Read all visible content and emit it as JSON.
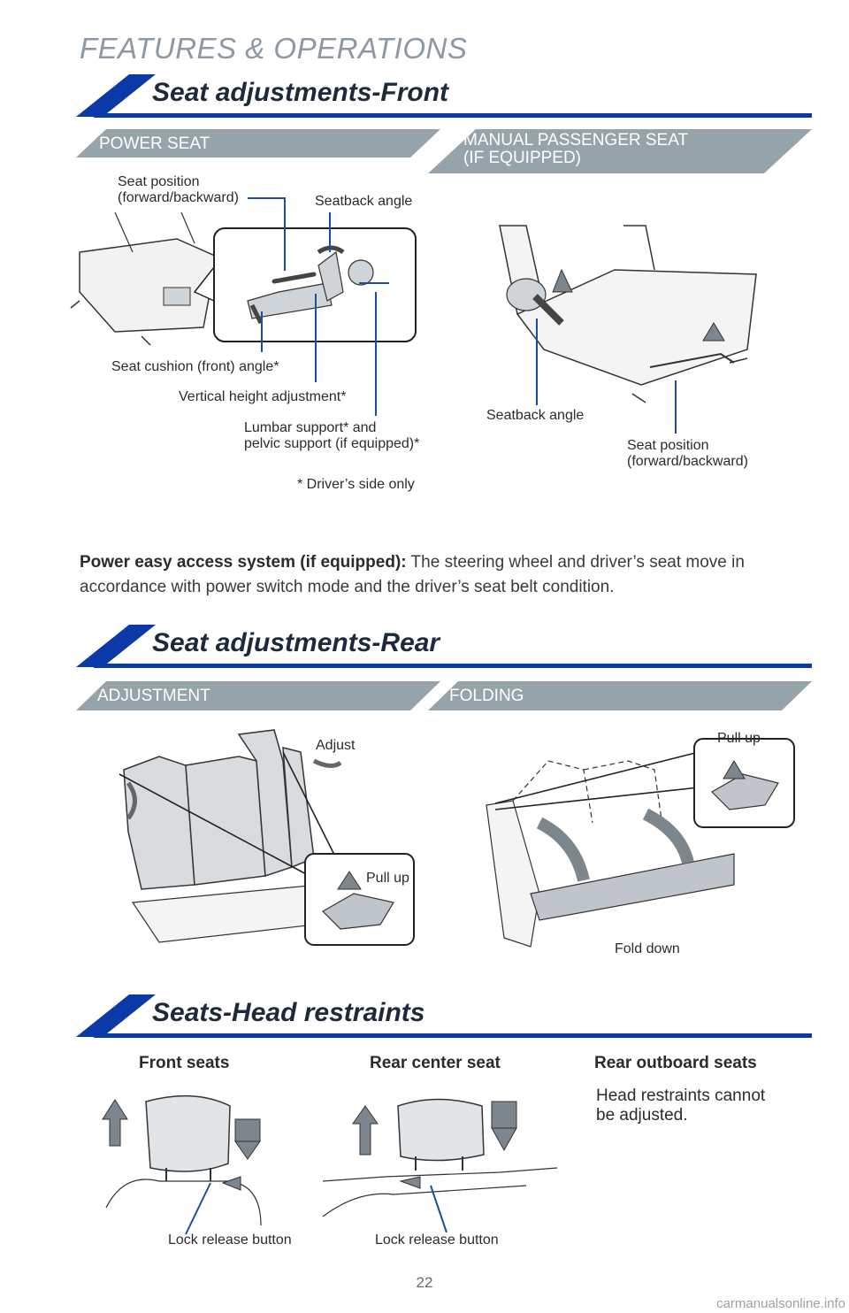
{
  "page_header": "FEATURES & OPERATIONS",
  "sections": {
    "front": {
      "title": "Seat adjustments-Front",
      "tab_left": "POWER SEAT",
      "tab_right": "MANUAL PASSENGER SEAT\n(IF EQUIPPED)",
      "labels": {
        "seat_position": "Seat position\n(forward/backward)",
        "seatback_angle": "Seatback angle",
        "cushion_angle": "Seat cushion (front) angle*",
        "vertical_height": "Vertical height adjustment*",
        "lumbar": "Lumbar support* and\npelvic support (if equipped)*",
        "drivers_only": "* Driver’s side only",
        "manual_seatback": "Seatback angle",
        "manual_position": "Seat position\n(forward/backward)"
      },
      "note_bold": "Power easy access system (if equipped):",
      "note_text": " The steering wheel and driver’s seat move in accordance with power switch mode and the driver’s seat belt condition."
    },
    "rear": {
      "title": "Seat adjustments-Rear",
      "tab_left": "ADJUSTMENT",
      "tab_right": "FOLDING",
      "labels": {
        "adjust": "Adjust",
        "pull_up_left": "Pull up",
        "pull_up_right": "Pull up",
        "fold_down": "Fold down"
      }
    },
    "head": {
      "title": "Seats-Head restraints",
      "col_front": "Front seats",
      "col_center": "Rear center seat",
      "col_outboard": "Rear outboard seats",
      "outboard_note": "Head restraints cannot\nbe adjusted.",
      "lock_front": "Lock release button",
      "lock_center": "Lock release button"
    }
  },
  "page_number": "22",
  "watermark": "carmanualsonline.info",
  "colors": {
    "blue": "#0b3aa8",
    "tab_gray": "#97a3ab",
    "title": "#1d2a3c",
    "line_blue": "#1a4fa0"
  }
}
